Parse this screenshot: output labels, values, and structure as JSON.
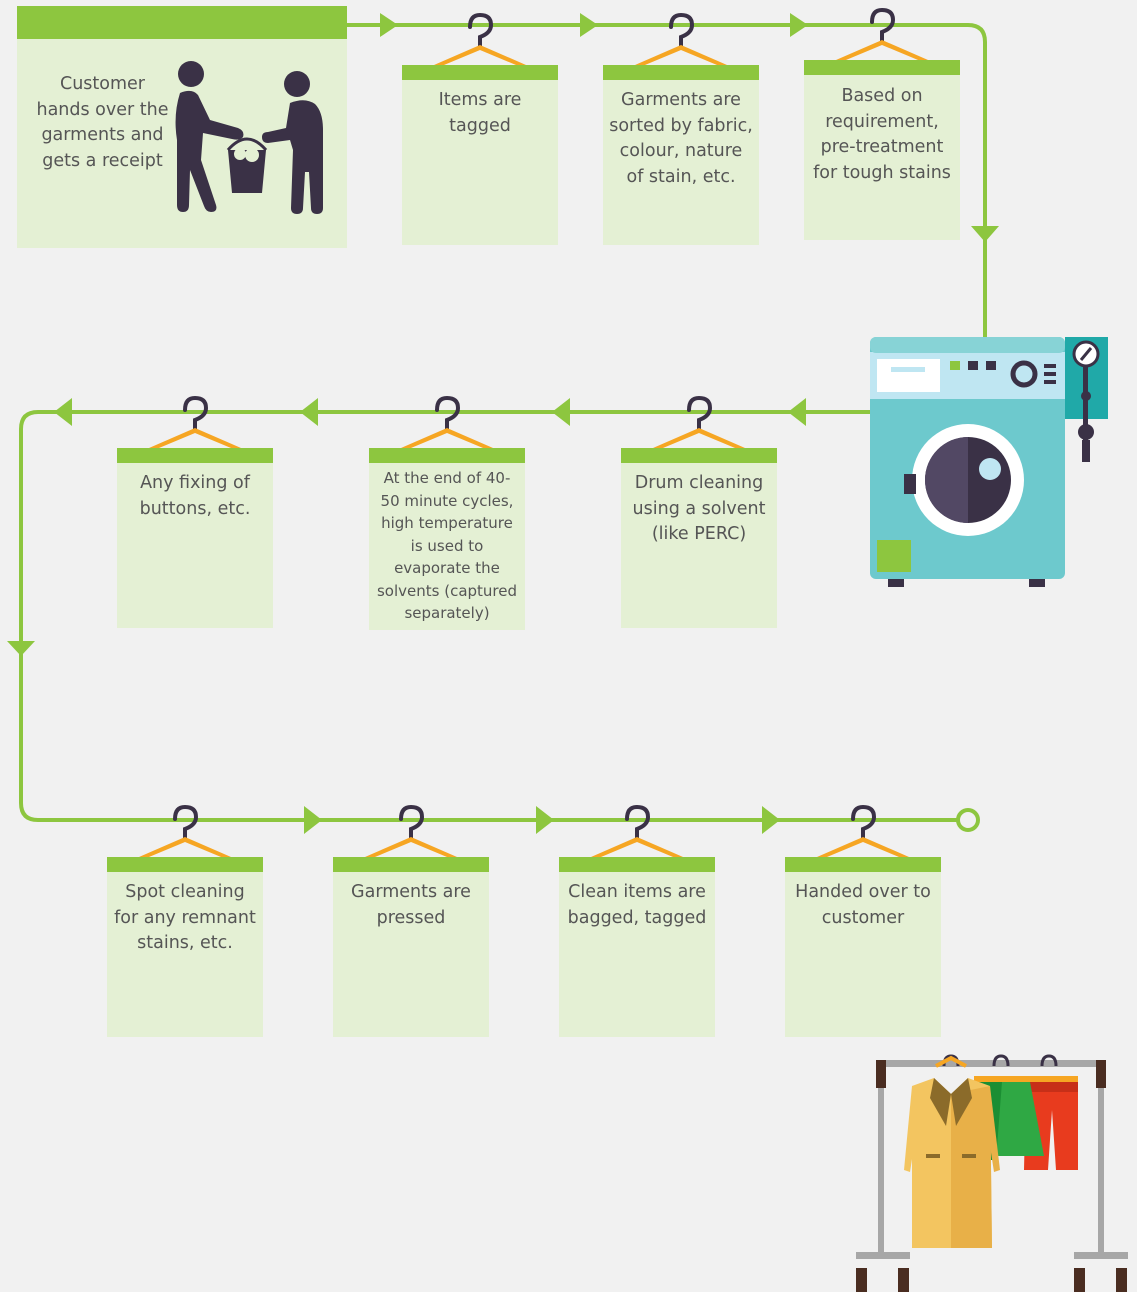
{
  "steps": [
    {
      "label": "Customer hands over the garments and gets a receipt"
    },
    {
      "label": "Items are tagged"
    },
    {
      "label": "Garments are sorted by fabric, colour, nature of stain, etc."
    },
    {
      "label": "Based on requirement, pre-treatment for tough stains"
    },
    {
      "label": "Drum cleaning using a solvent (like PERC)"
    },
    {
      "label": "At the end of 40-50 minute cycles, high temperature is used to evaporate the solvents (captured separately)"
    },
    {
      "label": "Any fixing of buttons, etc."
    },
    {
      "label": "Spot cleaning for any remnant stains, etc."
    },
    {
      "label": "Garments are pressed"
    },
    {
      "label": "Clean items are bagged, tagged"
    },
    {
      "label": "Handed over to customer"
    }
  ],
  "colors": {
    "flow_line": "#8dc63f",
    "card_fill": "#e4f0d4",
    "hanger": "#f6a623",
    "machine": "#6dc9cd",
    "text": "#555555"
  },
  "icons": [
    "people-handover-icon",
    "hanger-icon",
    "washing-machine-icon",
    "clothes-rack-icon"
  ]
}
